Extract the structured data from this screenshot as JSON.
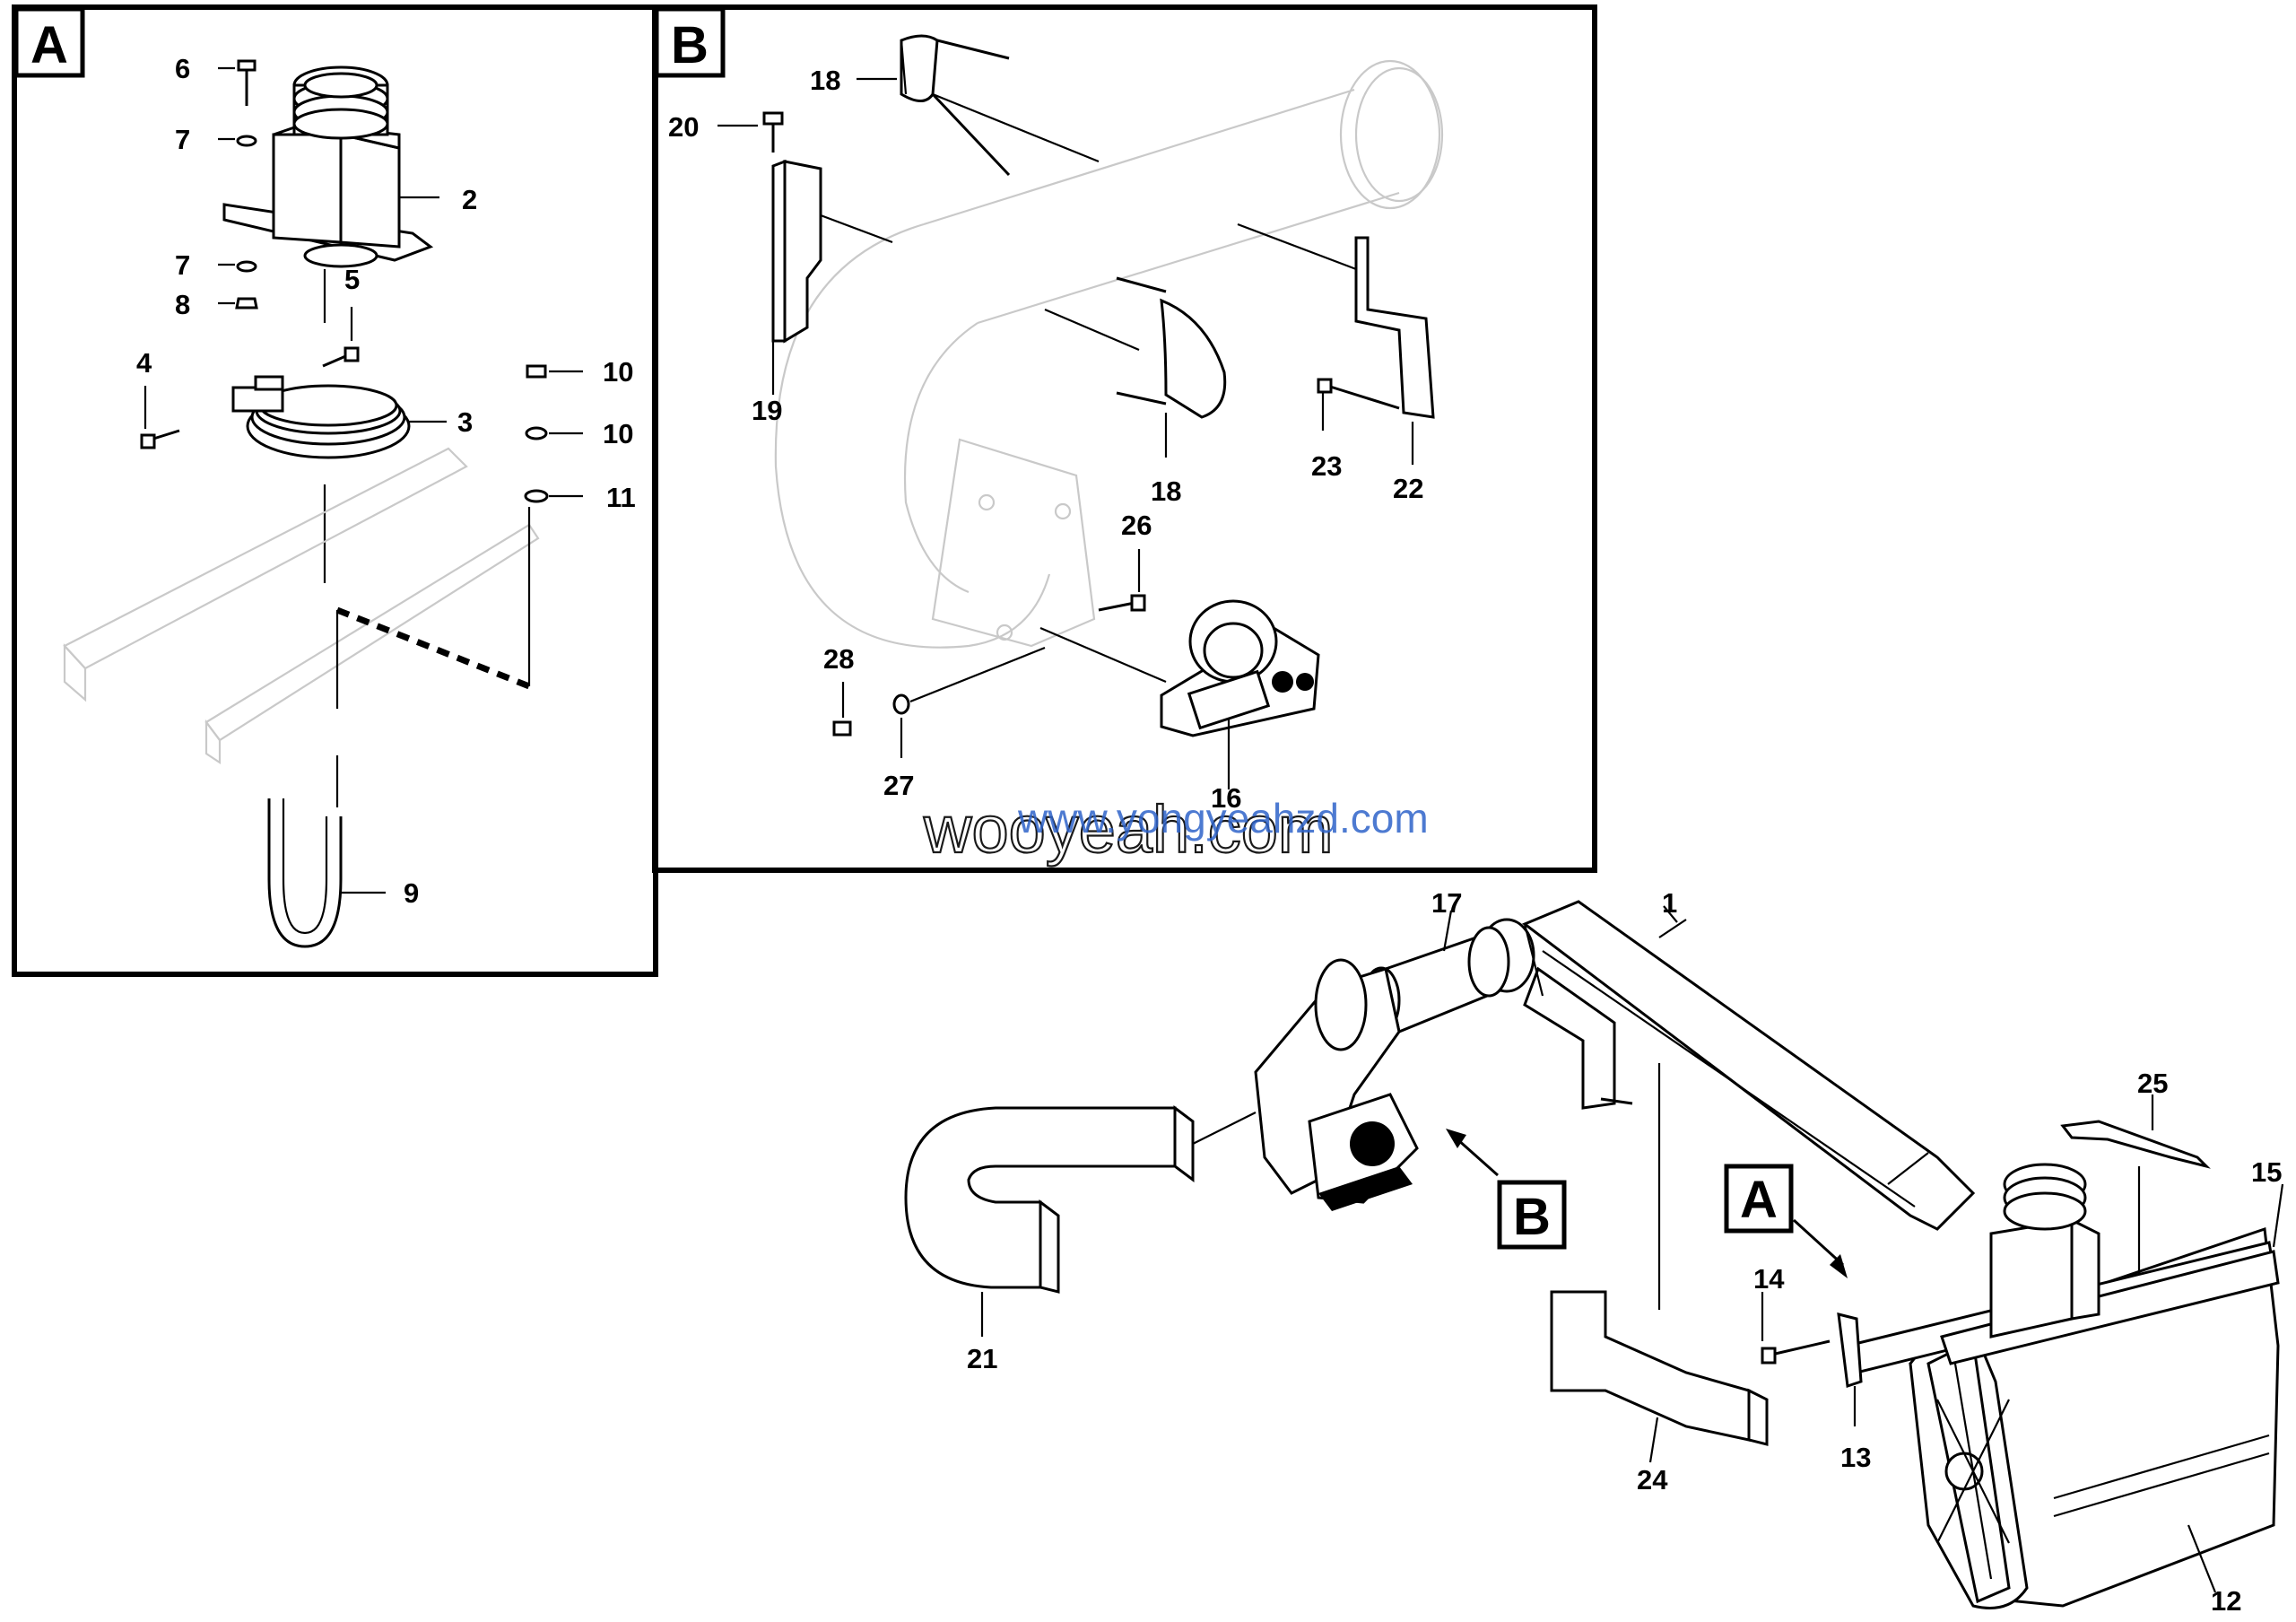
{
  "panels": {
    "a": {
      "label": "A"
    },
    "b": {
      "label": "B"
    }
  },
  "callouts": {
    "c1": "1",
    "c2": "2",
    "c3": "3",
    "c4": "4",
    "c5": "5",
    "c6": "6",
    "c7a": "7",
    "c7b": "7",
    "c8": "8",
    "c9": "9",
    "c10a": "10",
    "c10b": "10",
    "c11": "11",
    "c12": "12",
    "c13": "13",
    "c14": "14",
    "c15": "15",
    "c16": "16",
    "c17": "17",
    "c18a": "18",
    "c18b": "18",
    "c19": "19",
    "c20": "20",
    "c21": "21",
    "c22": "22",
    "c23": "23",
    "c24": "24",
    "c25": "25",
    "c26": "26",
    "c27": "27",
    "c28": "28"
  },
  "main_view_refs": {
    "a": "A",
    "b": "B"
  },
  "watermark": {
    "back": "wooyeah.com",
    "front": "www.yongyeahzd.com"
  }
}
